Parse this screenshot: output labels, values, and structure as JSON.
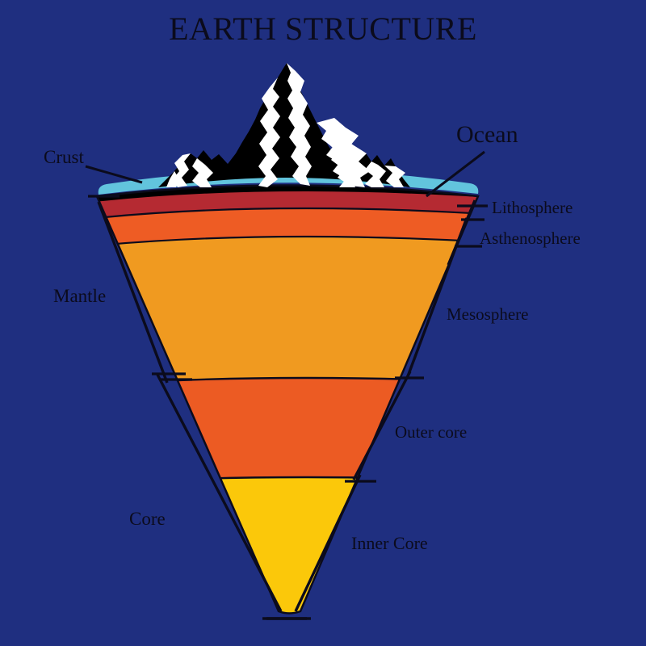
{
  "page": {
    "title": "EARTH STRUCTURE",
    "background_color": "#1f2f80",
    "text_color": "#0b0b1c"
  },
  "diagram": {
    "type": "earth-cross-section-wedge",
    "shape": "inverted cone / wedge slice of the Earth with mountain range and ocean on top",
    "layers": [
      {
        "key": "ocean",
        "name": "Ocean",
        "color": "#62c4dd"
      },
      {
        "key": "crust",
        "name": "Crust",
        "color": "#000000"
      },
      {
        "key": "lithosphere",
        "name": "Lithosphere",
        "color": "#b52a32"
      },
      {
        "key": "asthenosphere",
        "name": "Asthenosphere",
        "color": "#ee5c24"
      },
      {
        "key": "mesosphere",
        "name": "Mesosphere",
        "color": "#f09a20"
      },
      {
        "key": "outer_core",
        "name": "Outer core",
        "color": "#ec5b23"
      },
      {
        "key": "inner_core",
        "name": "Inner Core",
        "color": "#fbc80a"
      }
    ],
    "mountains": {
      "name": "mountain-range",
      "rock_color": "#000000",
      "snow_color": "#ffffff"
    },
    "brackets": [
      {
        "key": "crust_bracket",
        "name": "Crust",
        "side": "left"
      },
      {
        "key": "mantle_bracket",
        "name": "Mantle",
        "side": "left"
      },
      {
        "key": "core_bracket",
        "name": "Core",
        "side": "left"
      },
      {
        "key": "sublayers",
        "name": "Lithosphere / Asthenosphere / Mesosphere",
        "side": "right"
      }
    ]
  },
  "labels": {
    "title": "EARTH STRUCTURE",
    "ocean": "Ocean",
    "crust": "Crust",
    "lithosphere": "Lithosphere",
    "asthenosphere": "Asthenosphere",
    "mantle": "Mantle",
    "mesosphere": "Mesosphere",
    "outer_core": "Outer core",
    "core": "Core",
    "inner_core": "Inner Core"
  }
}
